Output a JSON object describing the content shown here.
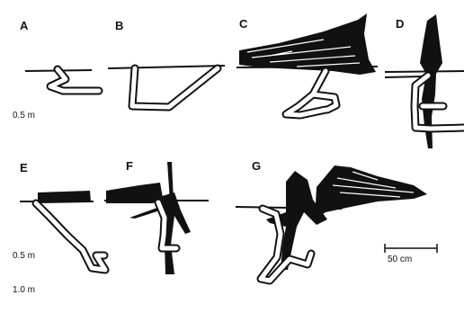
{
  "figure": {
    "panels": [
      {
        "id": "A",
        "label": "A"
      },
      {
        "id": "B",
        "label": "B"
      },
      {
        "id": "C",
        "label": "C"
      },
      {
        "id": "D",
        "label": "D"
      },
      {
        "id": "E",
        "label": "E"
      },
      {
        "id": "F",
        "label": "F"
      },
      {
        "id": "G",
        "label": "G"
      }
    ],
    "depth_labels": {
      "top": "0.5 m",
      "bottom_1": "0.5 m",
      "bottom_2": "1.0 m"
    },
    "scale_bar": {
      "label": "50 cm"
    },
    "colors": {
      "ink": "#111111",
      "burrow_fill": "#ffffff",
      "background": "#ffffff"
    }
  }
}
